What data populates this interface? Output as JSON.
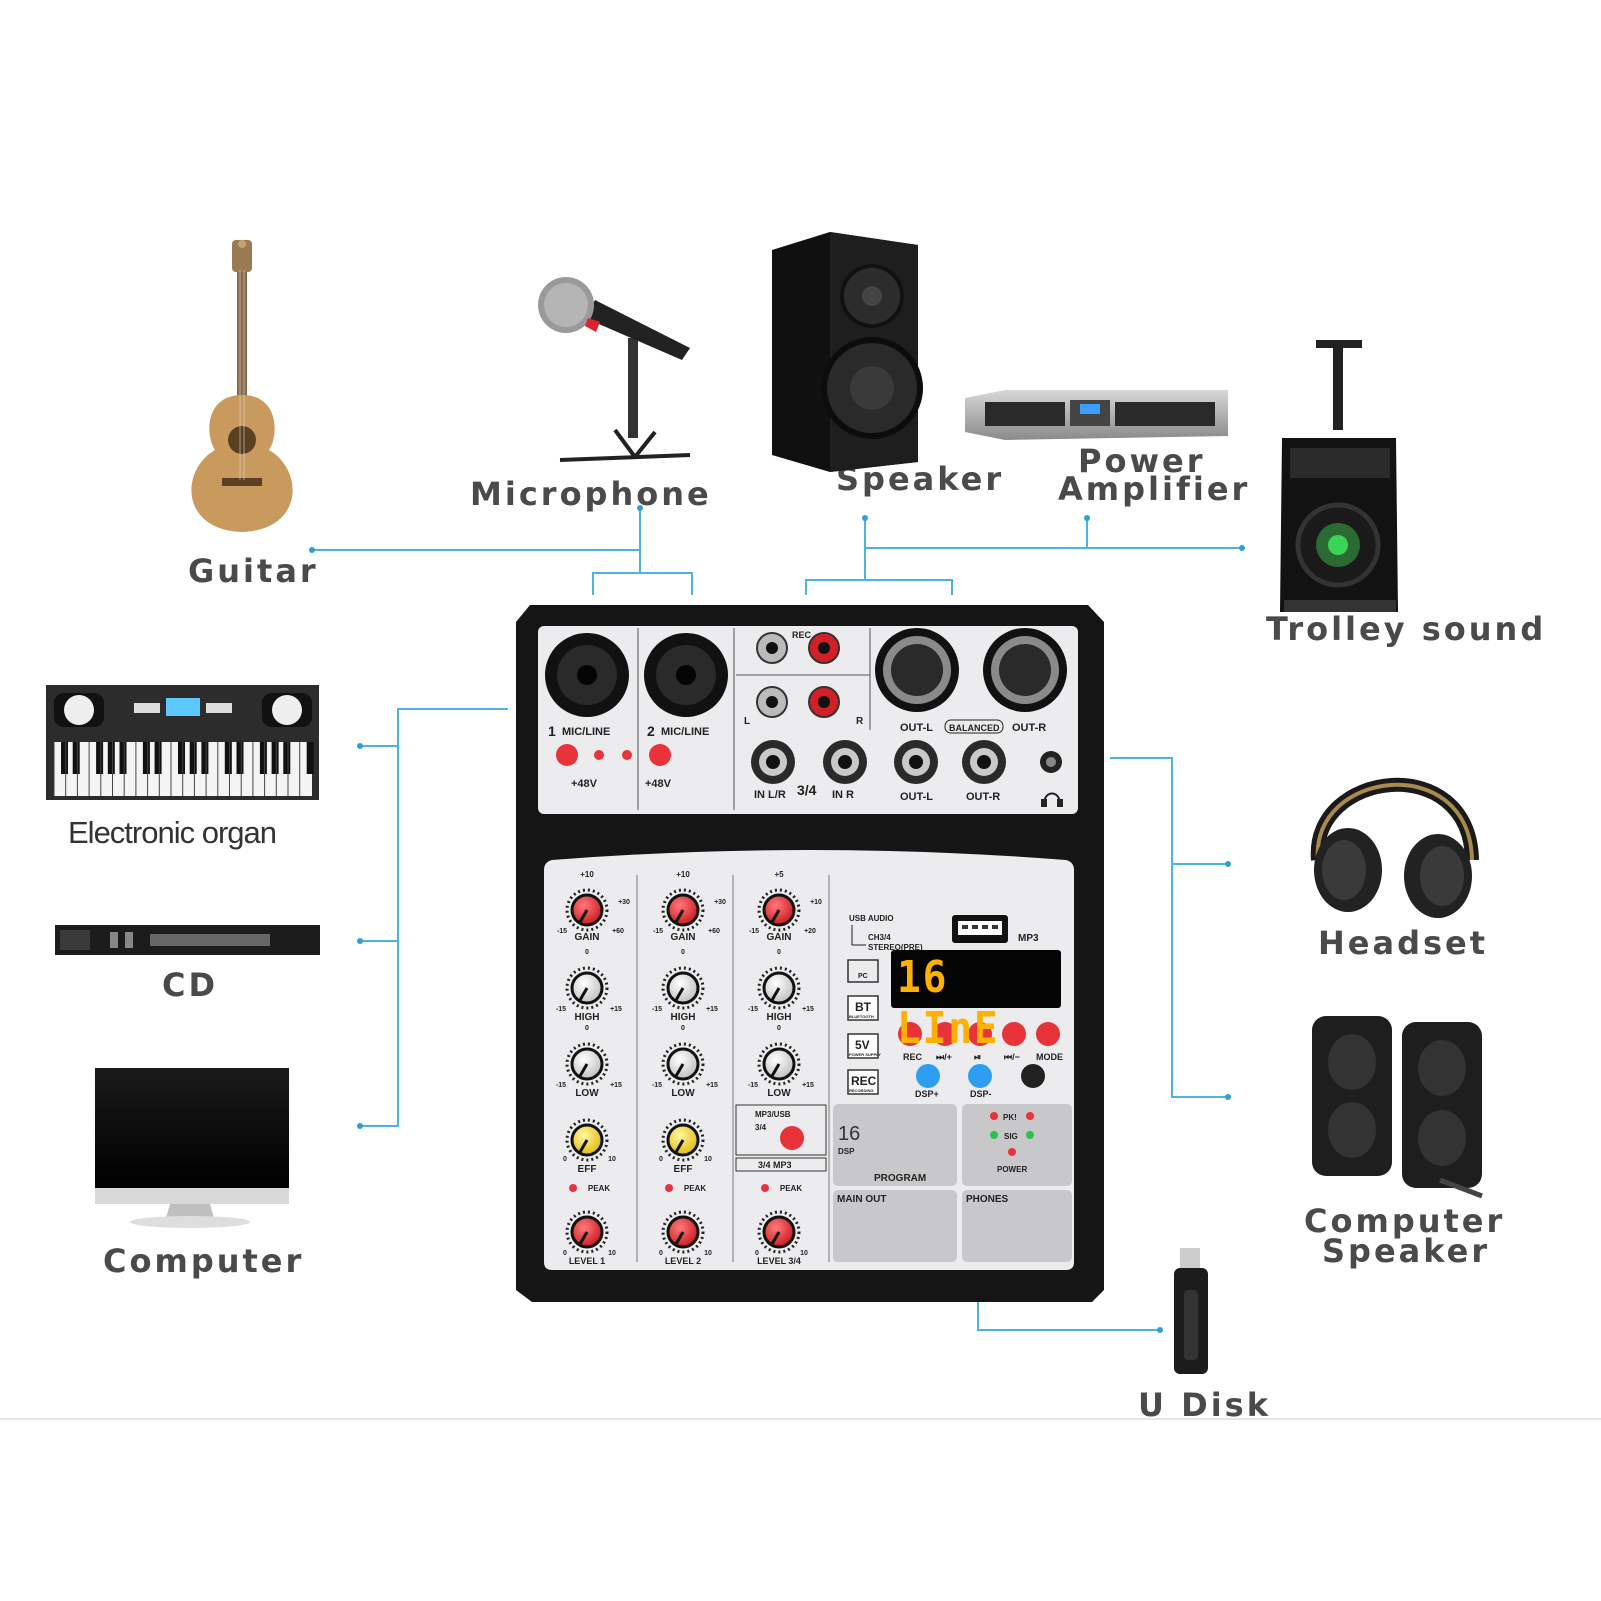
{
  "devices": {
    "guitar": "Guitar",
    "microphone": "Microphone",
    "speaker": "Speaker",
    "power_amplifier_line1": "Power",
    "power_amplifier_line2": "Amplifier",
    "trolley_sound": "Trolley sound",
    "electronic_organ": "Electronic organ",
    "cd": "CD",
    "computer": "Computer",
    "headset": "Headset",
    "computer_speaker_line1": "Computer",
    "computer_speaker_line2": "Speaker",
    "u_disk": "U Disk"
  },
  "mixer": {
    "top_panel": {
      "ch1": "1",
      "ch2": "2",
      "mic_line": "MIC/LINE",
      "phantom": "+48V",
      "rec": "REC",
      "l": "L",
      "r": "R",
      "in_lr": "IN L/R",
      "ch34": "3/4",
      "in_r": "IN R",
      "out_l": "OUT-L",
      "out_r": "OUT-R",
      "balanced": "BALANCED"
    },
    "channel_labels": {
      "gain": "GAIN",
      "high": "HIGH",
      "low": "LOW",
      "eff": "EFF",
      "peak": "PEAK",
      "level1": "LEVEL 1",
      "level2": "LEVEL 2",
      "level34": "LEVEL 3/4"
    },
    "scales": {
      "plus10": "+10",
      "plus5": "+5",
      "zero": "0",
      "plus30": "+30",
      "plus60": "+60",
      "plus20": "+20",
      "minus15": "-15",
      "plus15": "+15",
      "ten": "10"
    },
    "mp3_section": {
      "usb_audio": "USB AUDIO",
      "ch34_stereo": "CH3/4",
      "stereo_pre": "STEREO(PRE)",
      "mp3": "MP3",
      "pc": "PC",
      "bt": "BT",
      "bluetooth": "BLUETOOTH",
      "fivev": "5V",
      "power_supply": "POWER SUPPLY",
      "rec_badge": "REC",
      "recording": "RECORDING",
      "display": "16 LInE",
      "btn_rec": "REC",
      "btn_next": "⏭/+",
      "btn_play": "⏯",
      "btn_prev": "⏮/−",
      "btn_mode": "MODE",
      "dsp_plus": "DSP+",
      "dsp_minus": "DSP-",
      "mp3usb": "MP3/USB",
      "sel34": "3/4",
      "mp3_34": "3/4 MP3"
    },
    "dsp": {
      "count": "16",
      "dsp_word": "DSP",
      "program": "PROGRAM",
      "pk": "PK!",
      "sig": "SIG",
      "power": "POWER",
      "main_out": "MAIN OUT",
      "phones": "PHONES"
    }
  },
  "colors": {
    "connector_line": "#4fb3e0",
    "knob_red": "#e8333a",
    "knob_yellow": "#f2d535",
    "knob_blue": "#2d9ef0",
    "mixer_body": "#1a1a1a",
    "panel": "#ececee"
  }
}
